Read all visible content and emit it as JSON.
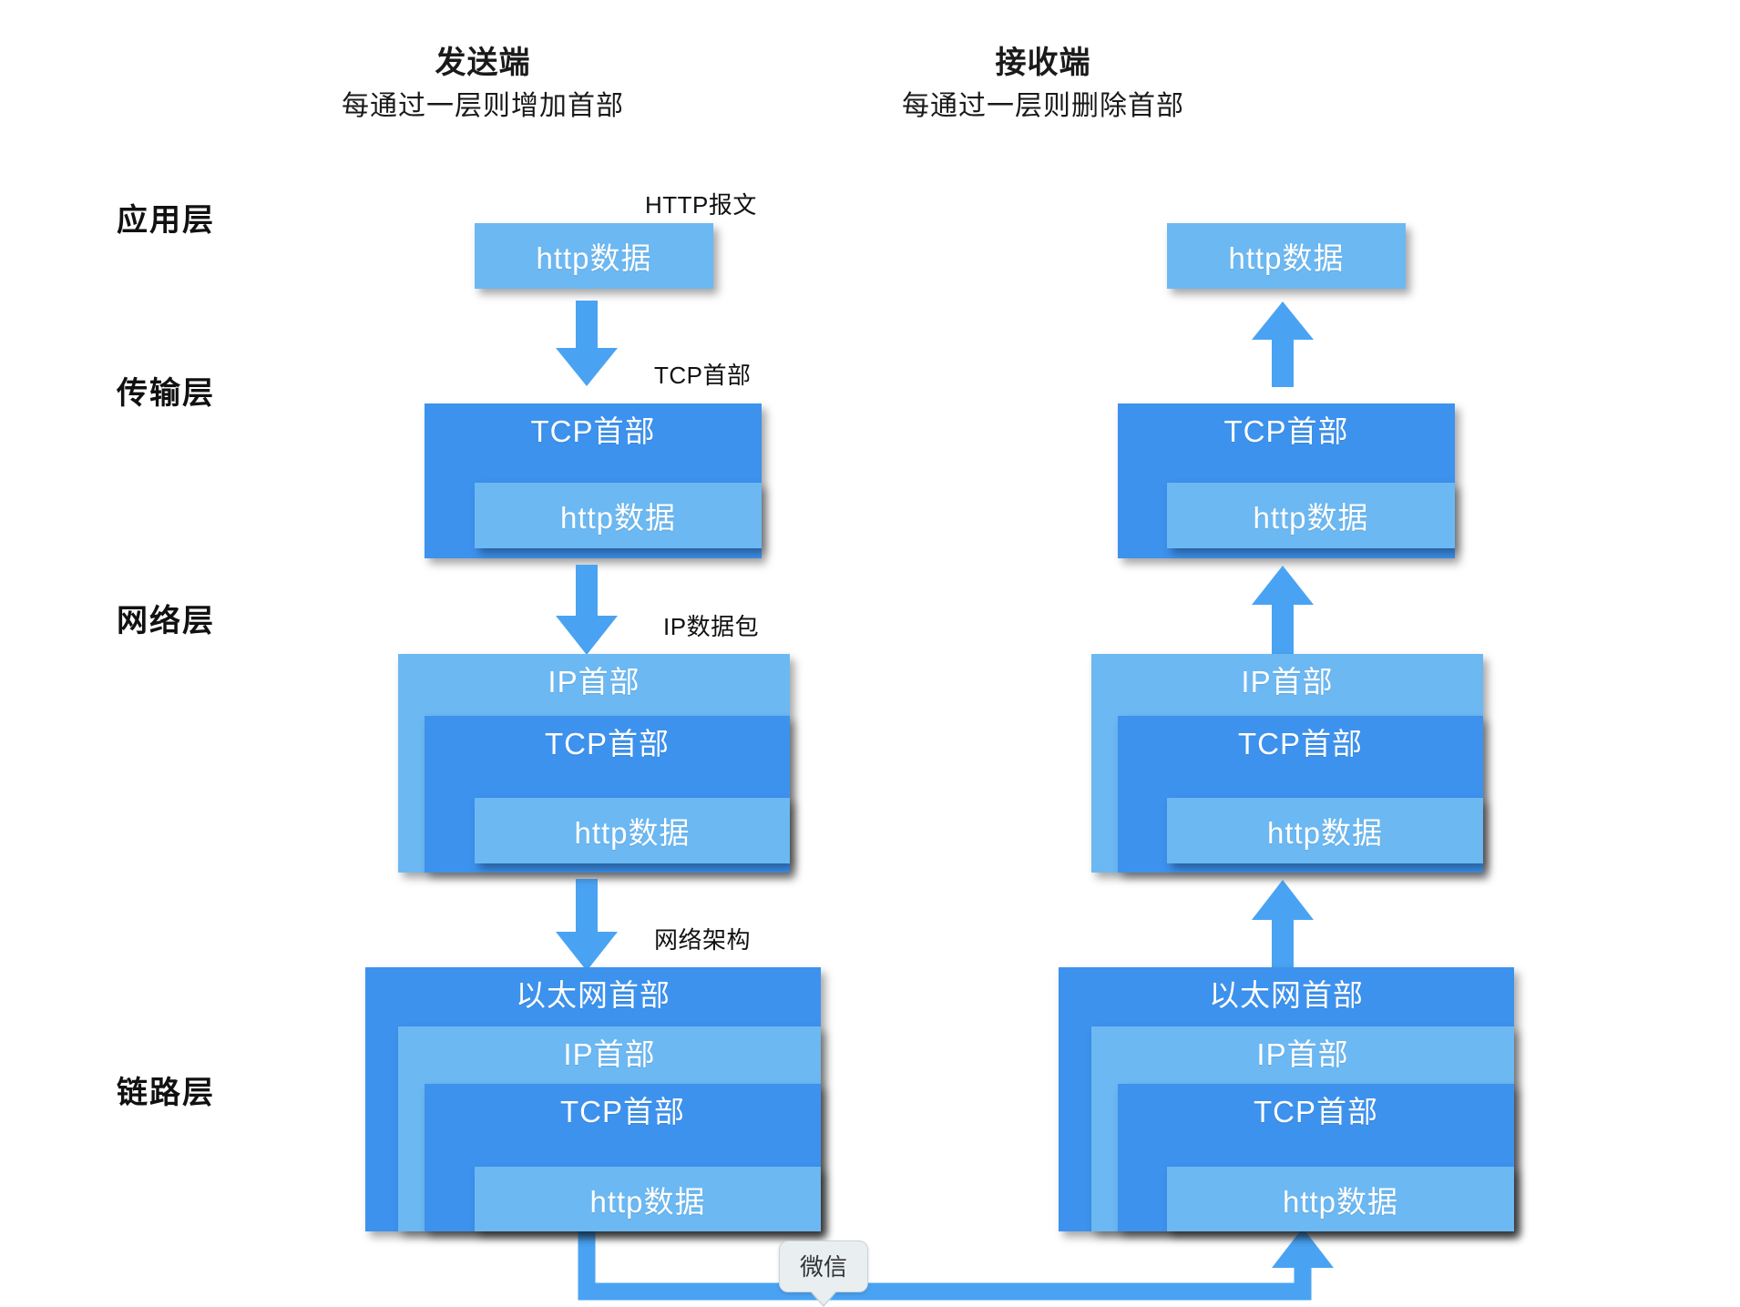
{
  "diagram": {
    "title_sender": "发送端",
    "subtitle_sender": "每通过一层则增加首部",
    "title_receiver": "接收端",
    "subtitle_receiver": "每通过一层则删除首部",
    "accent_light": "#6cb8f2",
    "accent_dark": "#3d92ee",
    "background": "#ffffff"
  },
  "layers": [
    {
      "label": "应用层"
    },
    {
      "label": "传输层"
    },
    {
      "label": "网络层"
    },
    {
      "label": "链路层"
    }
  ],
  "annotations": [
    {
      "text": "HTTP报文"
    },
    {
      "text": "TCP首部"
    },
    {
      "text": "IP数据包"
    },
    {
      "text": "网络架构"
    }
  ],
  "blocks": {
    "http_data": "http数据",
    "tcp_header": "TCP首部",
    "ip_header": "IP首部",
    "eth_header": "以太网首部"
  },
  "sender": {
    "app": [
      "http数据"
    ],
    "transport": [
      "TCP首部",
      "http数据"
    ],
    "network": [
      "IP首部",
      "TCP首部",
      "http数据"
    ],
    "link": [
      "以太网首部",
      "IP首部",
      "TCP首部",
      "http数据"
    ]
  },
  "receiver": {
    "app": [
      "http数据"
    ],
    "transport": [
      "TCP首部",
      "http数据"
    ],
    "network": [
      "IP首部",
      "TCP首部",
      "http数据"
    ],
    "link": [
      "以太网首部",
      "IP首部",
      "TCP首部",
      "http数据"
    ]
  },
  "network_link": {
    "callout_label": "微信"
  }
}
